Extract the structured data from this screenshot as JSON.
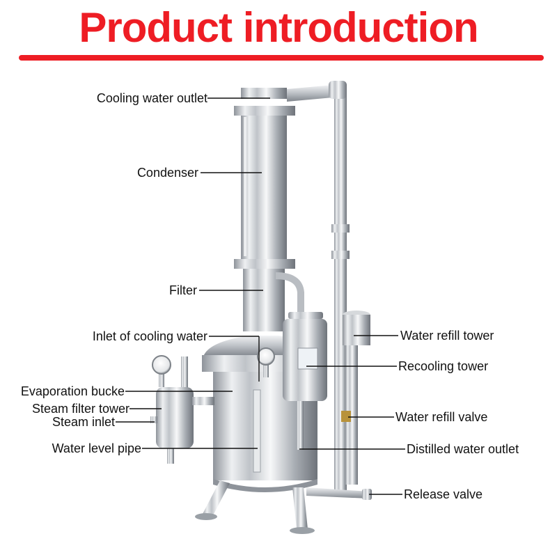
{
  "title": "Product introduction",
  "colors": {
    "accent": "#ee1d24",
    "steel": "#c9ccd0",
    "leader": "#111111"
  },
  "labels": {
    "cooling_water_outlet": "Cooling water outlet",
    "condenser": "Condenser",
    "filter": "Filter",
    "inlet_cooling_water": "Inlet of cooling water",
    "evaporation_bucket": "Evaporation bucke",
    "steam_filter_tower": "Steam filter tower",
    "steam_inlet": "Steam inlet",
    "water_level_pipe": "Water level pipe",
    "water_refill_tower": "Water refill tower",
    "recooling_tower": "Recooling tower",
    "water_refill_valve": "Water refill valve",
    "distilled_water_outlet": "Distilled water outlet",
    "release_valve": "Release valve"
  }
}
